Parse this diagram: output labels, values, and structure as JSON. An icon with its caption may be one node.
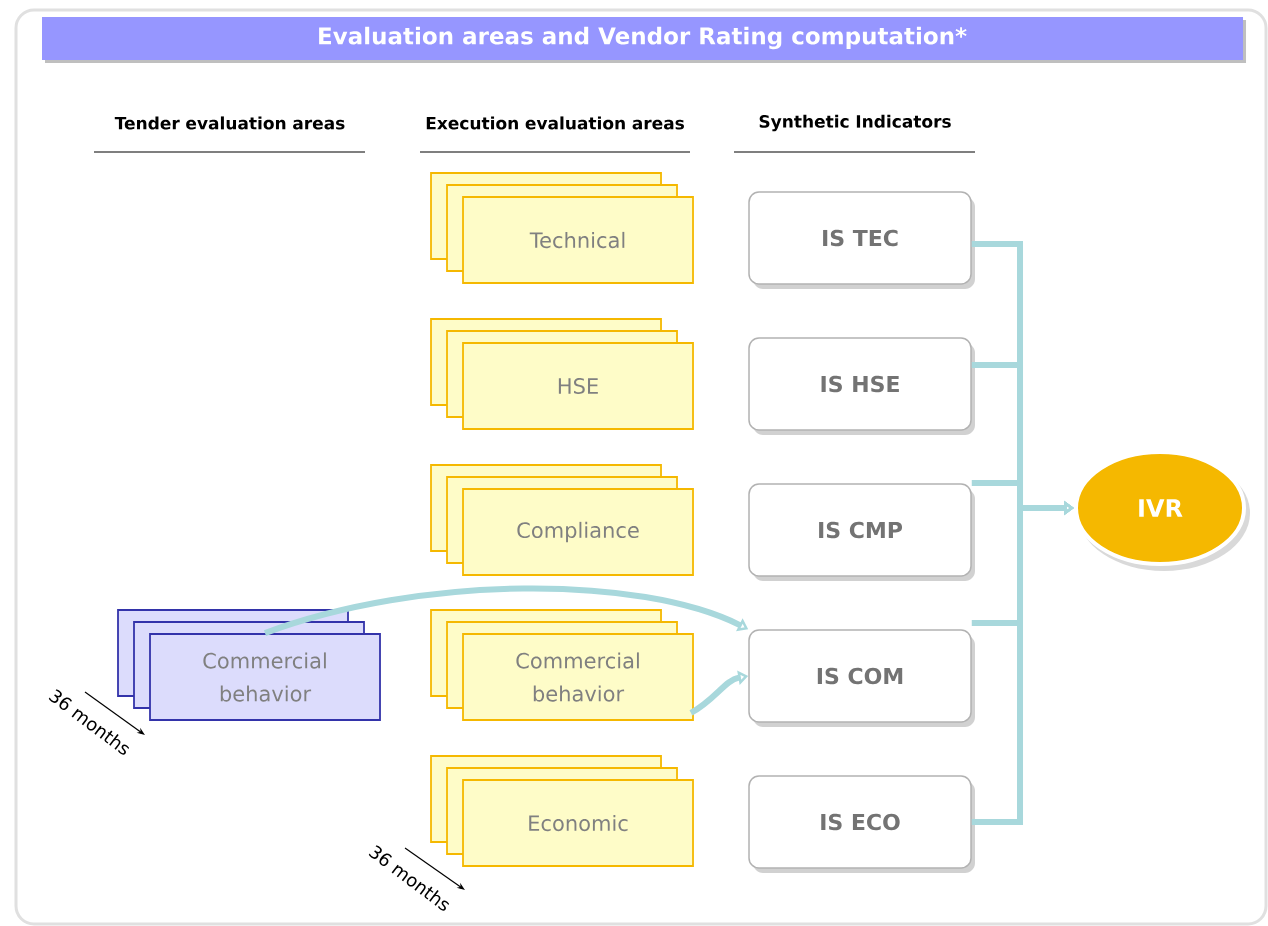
{
  "diagram": {
    "title": "Evaluation areas and Vendor Rating computation*",
    "nodes": [
      {
        "text": [
          "Commercial behavior"
        ]
      },
      {
        "text": [
          "Technical"
        ]
      },
      {
        "text": [
          "HSE"
        ]
      },
      {
        "text": [
          "Compliance"
        ]
      },
      {
        "text": [
          "Commercial behavior"
        ]
      },
      {
        "text": [
          "Economic"
        ]
      },
      {
        "text": [
          "IS TEC"
        ]
      },
      {
        "text": [
          "IS HSE"
        ]
      },
      {
        "text": [
          "IS CMP"
        ]
      },
      {
        "text": [
          "IS COM"
        ]
      },
      {
        "text": [
          "IS ECO"
        ]
      },
      {
        "text": [
          "IVR"
        ]
      }
    ],
    "edges": [
      {
        "from": 0,
        "to": 9,
        "arrow": "to"
      },
      {
        "from": 4,
        "to": 9,
        "arrow": "to"
      },
      {
        "from": 6,
        "to": 11,
        "arrow": "to"
      },
      {
        "from": 7,
        "to": 11,
        "arrow": "to"
      },
      {
        "from": 8,
        "to": 11,
        "arrow": "to"
      },
      {
        "from": 9,
        "to": 11,
        "arrow": "to"
      },
      {
        "from": 10,
        "to": 11,
        "arrow": "to"
      }
    ],
    "labels": [
      "Tender evaluation areas",
      "Execution evaluation areas",
      "Synthetic Indicators",
      "36 months",
      "36 months"
    ]
  }
}
